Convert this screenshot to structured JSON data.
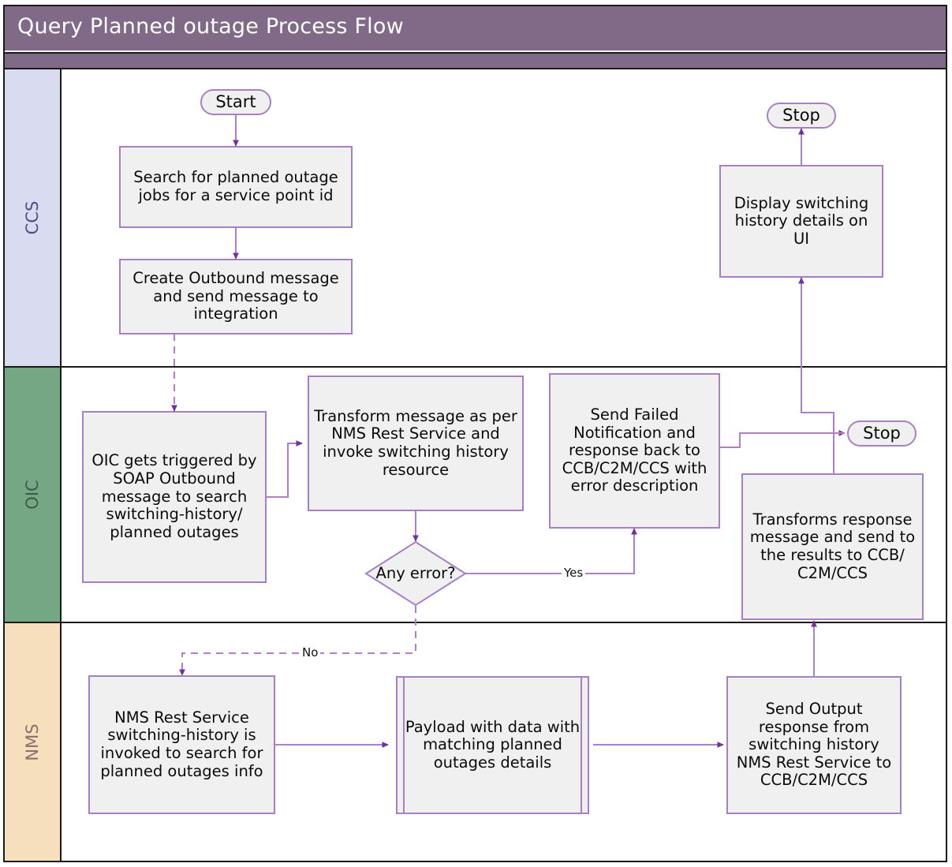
{
  "header": {
    "title": "Query Planned outage Process Flow",
    "bar_color": "#806A88",
    "title_color": "#FFFFFF"
  },
  "theme": {
    "node_fill": "#F1F0F0",
    "node_border": "#A87FC4",
    "connector": "#B07FC7",
    "arrowhead": "#7030A0",
    "lane_divider": "#1A1A1A",
    "canvas": "#FFFFFF"
  },
  "lanes": [
    {
      "id": "ccs",
      "label": "CCS",
      "fill": "#D9DCF0",
      "text_color": "#4B5285"
    },
    {
      "id": "oic",
      "label": "OIC",
      "fill": "#74A884",
      "text_color": "#3F5A49"
    },
    {
      "id": "nms",
      "label": "NMS",
      "fill": "#F5DFBD",
      "text_color": "#8A6F6A"
    }
  ],
  "nodes": {
    "start": {
      "label": "Start",
      "shape": "terminator",
      "lane": "ccs"
    },
    "search_jobs": {
      "label": "Search for planned outage jobs for a service point id",
      "shape": "process",
      "lane": "ccs"
    },
    "create_outbound": {
      "label": "Create Outbound message and send message to integration",
      "shape": "process",
      "lane": "ccs"
    },
    "display_ui": {
      "label": "Display switching history details on UI",
      "shape": "process",
      "lane": "ccs"
    },
    "stop_ccs": {
      "label": "Stop",
      "shape": "terminator",
      "lane": "ccs"
    },
    "oic_triggered": {
      "label": "OIC gets triggered by SOAP Outbound message to search switching-history/ planned outages",
      "shape": "process",
      "lane": "oic"
    },
    "transform_msg": {
      "label": "Transform message as per NMS Rest Service and invoke switching history resource",
      "shape": "process",
      "lane": "oic"
    },
    "any_error": {
      "label": "Any error?",
      "shape": "decision",
      "lane": "oic"
    },
    "send_failed": {
      "label": "Send Failed Notification and response back to CCB/C2M/CCS with error description",
      "shape": "process",
      "lane": "oic"
    },
    "transforms_response": {
      "label": "Transforms response message and send to the results to CCB/ C2M/CCS",
      "shape": "process",
      "lane": "oic"
    },
    "stop_oic": {
      "label": "Stop",
      "shape": "terminator",
      "lane": "oic"
    },
    "nms_rest": {
      "label": "NMS Rest Service switching-history is invoked to search for planned outages info",
      "shape": "process",
      "lane": "nms"
    },
    "payload": {
      "label": "Payload with data with matching planned outages details",
      "shape": "predefined-process",
      "lane": "nms"
    },
    "send_output": {
      "label": "Send Output response from switching history NMS Rest Service to CCB/C2M/CCS",
      "shape": "process",
      "lane": "nms"
    }
  },
  "edges": [
    {
      "from": "start",
      "to": "search_jobs",
      "label": "",
      "style": "solid"
    },
    {
      "from": "search_jobs",
      "to": "create_outbound",
      "label": "",
      "style": "solid"
    },
    {
      "from": "create_outbound",
      "to": "oic_triggered",
      "label": "",
      "style": "dashed"
    },
    {
      "from": "oic_triggered",
      "to": "transform_msg",
      "label": "",
      "style": "solid"
    },
    {
      "from": "transform_msg",
      "to": "any_error",
      "label": "",
      "style": "solid"
    },
    {
      "from": "any_error",
      "to": "send_failed",
      "label": "Yes",
      "style": "solid"
    },
    {
      "from": "any_error",
      "to": "nms_rest",
      "label": "No",
      "style": "dashed"
    },
    {
      "from": "send_failed",
      "to": "stop_oic",
      "label": "",
      "style": "solid"
    },
    {
      "from": "nms_rest",
      "to": "payload",
      "label": "",
      "style": "solid"
    },
    {
      "from": "payload",
      "to": "send_output",
      "label": "",
      "style": "solid"
    },
    {
      "from": "send_output",
      "to": "transforms_response",
      "label": "",
      "style": "solid"
    },
    {
      "from": "transforms_response",
      "to": "stop_oic",
      "label": "",
      "style": "solid"
    },
    {
      "from": "transforms_response",
      "to": "display_ui",
      "label": "",
      "style": "solid"
    },
    {
      "from": "display_ui",
      "to": "stop_ccs",
      "label": "",
      "style": "solid"
    }
  ],
  "edge_labels": {
    "yes": "Yes",
    "no": "No"
  }
}
